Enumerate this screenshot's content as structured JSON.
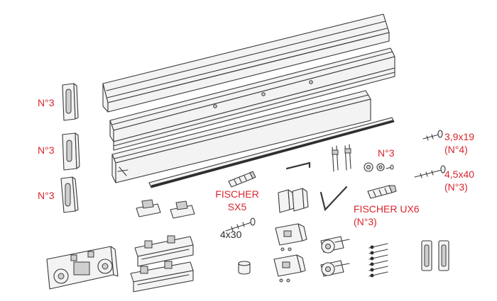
{
  "labels": {
    "clip_qty_1": "N°3",
    "clip_qty_2": "N°3",
    "clip_qty_3": "N°3",
    "fischer_sx5_l1": "FISCHER",
    "fischer_sx5_l2": "SX5",
    "screw_4x30": "4x30",
    "washer_qty": "N°3",
    "screw_39x19_l1": "3,9x19",
    "screw_39x19_l2": "(N°4)",
    "screw_45x40_l1": "4,5x40",
    "screw_45x40_l2": "(N°3)",
    "fischer_ux6_l1": "FISCHER UX6",
    "fischer_ux6_l2": "(N°3)"
  },
  "colors": {
    "label_red": "#d8262f",
    "label_dark": "#2b2b2b",
    "line": "#3a3a3a"
  }
}
